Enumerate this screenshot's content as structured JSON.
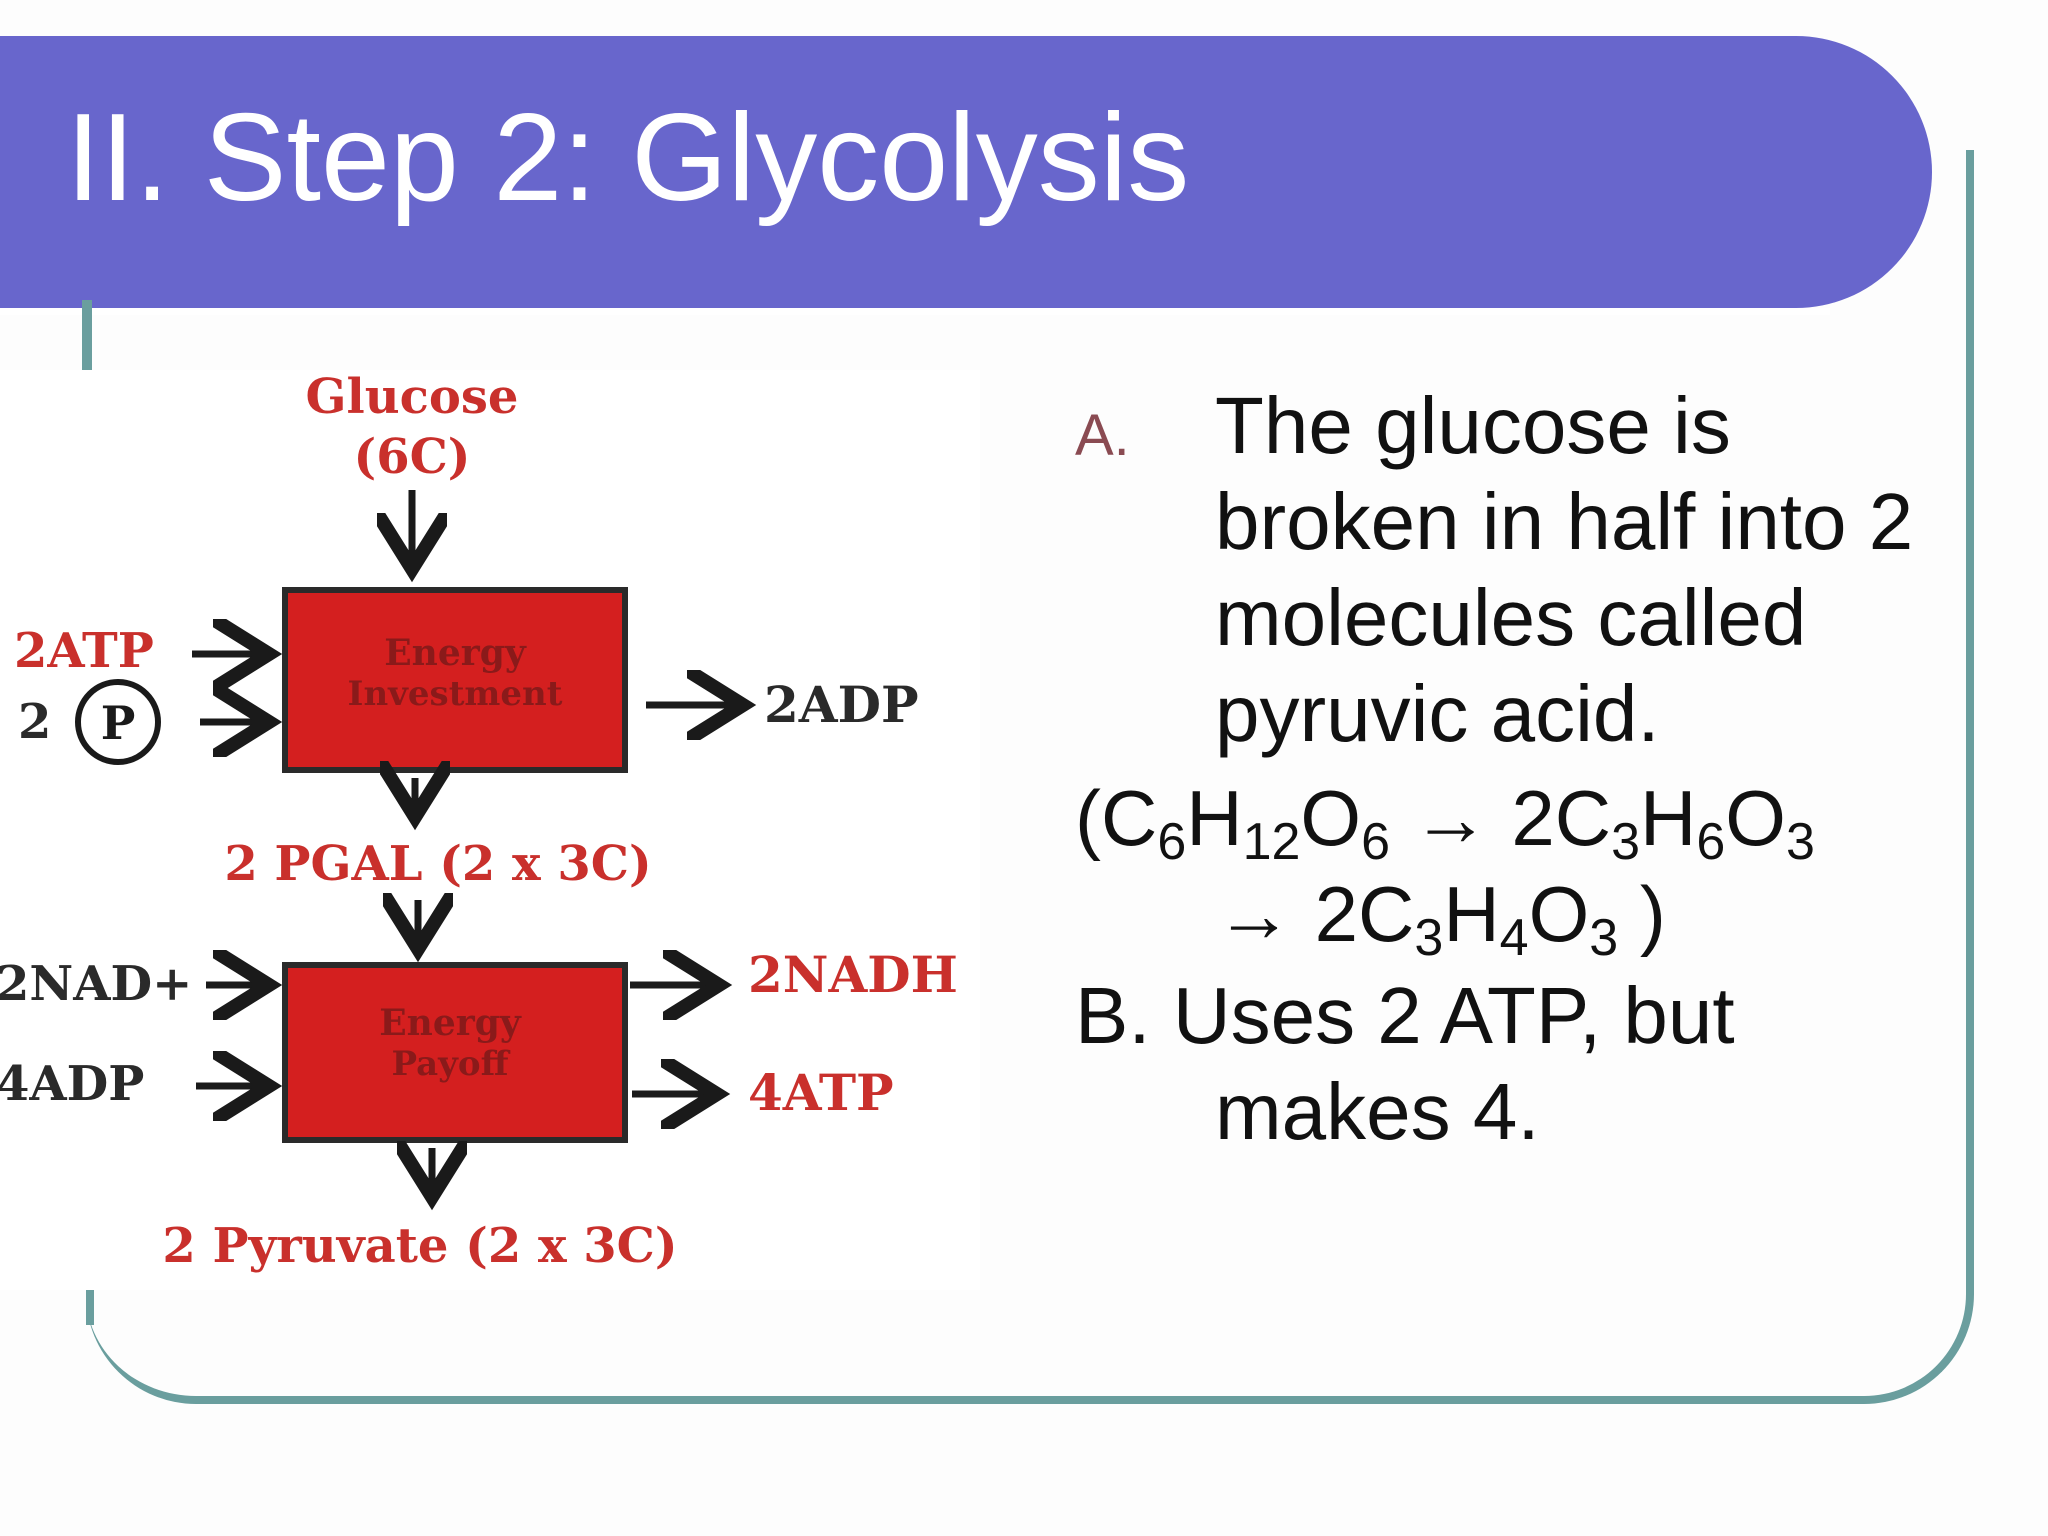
{
  "slide": {
    "title": "II. Step 2: Glycolysis"
  },
  "diagram": {
    "top_input": "Glucose",
    "top_input_carbons": "(6C)",
    "box1_label_line1": "Energy",
    "box1_label_line2": "Investment",
    "box1_in1": "2ATP",
    "box1_in2_count": "2",
    "box1_in2_symbol": "P",
    "box1_out": "2ADP",
    "middle_product": "2 PGAL (2 x 3C)",
    "box2_label_line1": "Energy",
    "box2_label_line2": "Payoff",
    "box2_in1": "2NAD+",
    "box2_in2": "4ADP",
    "box2_out1": "2NADH",
    "box2_out2": "4ATP",
    "final_product": "2 Pyruvate (2 x 3C)",
    "colors": {
      "box": "#d41f1f",
      "label_red": "#c9302c",
      "label_dark": "#2a2a2a"
    }
  },
  "content": {
    "item_a_marker": "A.",
    "item_a_text": "The glucose is broken in half into 2 molecules called pyruvic acid.",
    "formula": {
      "open": "(C",
      "s1": "6",
      "t1": "H",
      "s2": "12",
      "t2": "O",
      "s3": "6",
      "arrow1": " → 2C",
      "s4": "3",
      "t3": "H",
      "s5": "6",
      "t4": "O",
      "s6": "3",
      "arrow2": "→ 2C",
      "s7": "3",
      "t5": "H",
      "s8": "4",
      "t6": "O",
      "s9": "3",
      "close": " )"
    },
    "item_b_line1": "B. Uses 2 ATP, but",
    "item_b_line2": "makes 4."
  },
  "colors": {
    "title_band": "#6866cc",
    "frame": "#6a9e9e",
    "marker": "#8a4b52"
  }
}
